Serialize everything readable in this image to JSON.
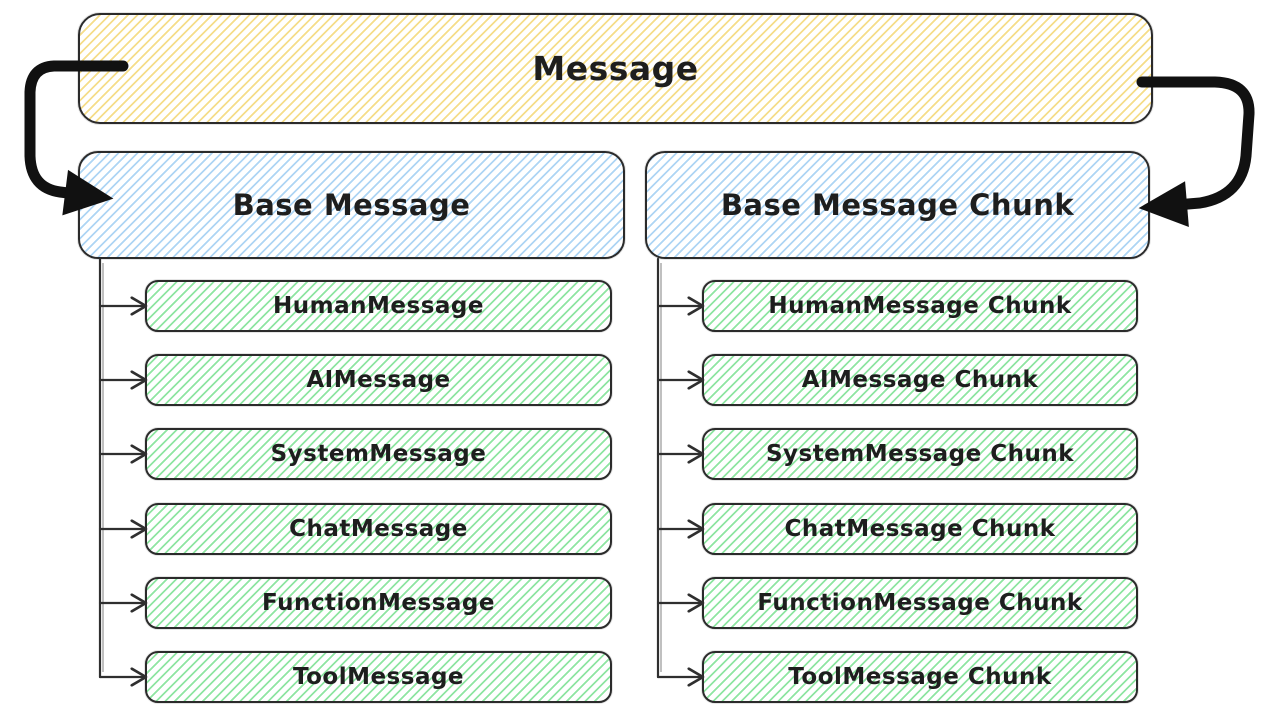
{
  "colors": {
    "canvas_bg": "#ffffff",
    "stroke": "#2b2b2b",
    "text": "#1e1e1e",
    "arrow": "#111111",
    "line": "#2f2f2f",
    "yellow_hatch": "#f5dd8a",
    "blue_hatch": "#aed5f4",
    "green_hatch": "#8fe5a2"
  },
  "tree": {
    "root": {
      "label": "Message"
    },
    "branches": [
      {
        "label": "Base Message",
        "children": [
          "HumanMessage",
          "AIMessage",
          "SystemMessage",
          "ChatMessage",
          "FunctionMessage",
          "ToolMessage"
        ]
      },
      {
        "label": "Base Message Chunk",
        "children": [
          "HumanMessage Chunk",
          "AIMessage Chunk",
          "SystemMessage Chunk",
          "ChatMessage Chunk",
          "FunctionMessage Chunk",
          "ToolMessage Chunk"
        ]
      }
    ]
  }
}
